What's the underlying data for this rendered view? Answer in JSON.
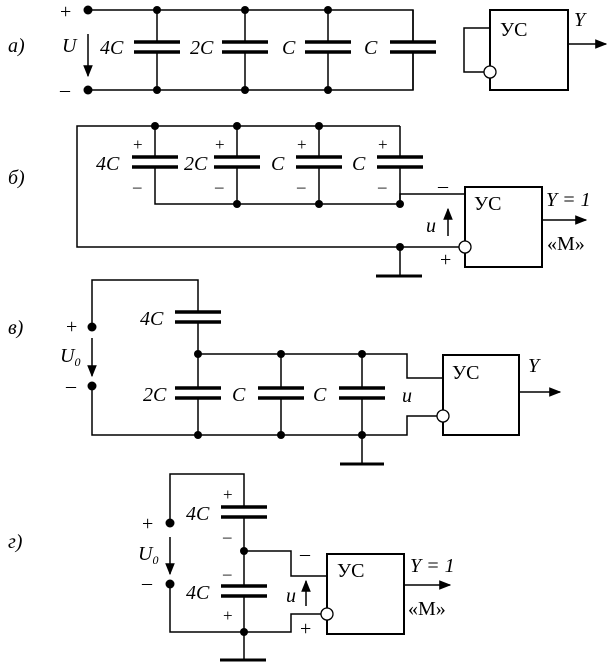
{
  "panels": {
    "a": {
      "label": "а)",
      "plus": "+",
      "minus": "–",
      "voltage_label": "U",
      "caps": [
        "4C",
        "2C",
        "C",
        "C"
      ],
      "unit_label": "УС",
      "output_label": "Y"
    },
    "b": {
      "label": "б)",
      "caps": [
        "4C",
        "2C",
        "C",
        "C"
      ],
      "cap_plus": "+",
      "cap_minus": "–",
      "input_minus": "–",
      "input_plus": "+",
      "input_voltage": "u",
      "unit_label": "УС",
      "output_label": "Y = 1",
      "output_note": "«М»"
    },
    "v": {
      "label": "в)",
      "plus": "+",
      "minus": "–",
      "voltage_label": "U",
      "voltage_sub": "0",
      "top_cap": "4C",
      "caps": [
        "2C",
        "C",
        "C"
      ],
      "input_voltage": "u",
      "unit_label": "УС",
      "output_label": "Y"
    },
    "g": {
      "label": "г)",
      "plus": "+",
      "minus": "–",
      "voltage_label": "U",
      "voltage_sub": "0",
      "top_cap": "4C",
      "bottom_cap": "4C",
      "cap_plus": "+",
      "cap_minus": "–",
      "input_minus": "–",
      "input_plus": "+",
      "input_voltage": "u",
      "unit_label": "УС",
      "output_label": "Y = 1",
      "output_note": "«М»"
    }
  }
}
